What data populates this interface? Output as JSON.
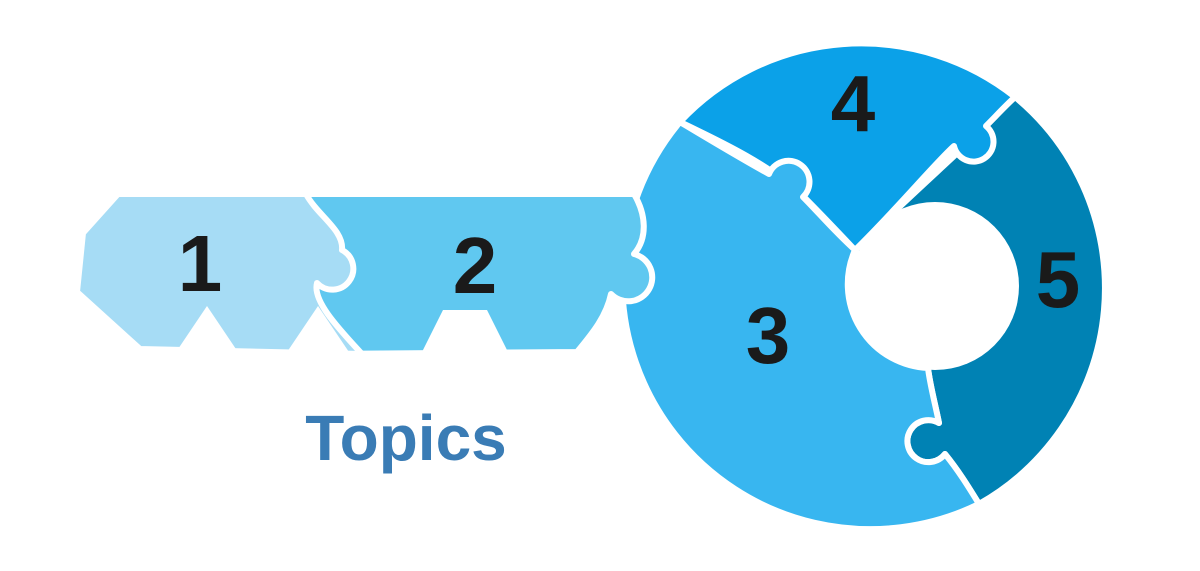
{
  "diagram": {
    "type": "key-shaped-puzzle-infographic",
    "title": "Topics",
    "title_color": "#3a7cb5",
    "number_color": "#1a1a1a",
    "separator_color": "#ffffff",
    "background_color": "#ffffff",
    "pieces": [
      {
        "id": "piece-1",
        "label": "1",
        "color": "#a6dcf5",
        "position": "key-tip-left"
      },
      {
        "id": "piece-2",
        "label": "2",
        "color": "#60c8f0",
        "position": "key-shaft"
      },
      {
        "id": "piece-3",
        "label": "3",
        "color": "#38b6f0",
        "position": "key-head-lower-left"
      },
      {
        "id": "piece-4",
        "label": "4",
        "color": "#0ba1e8",
        "position": "key-head-top"
      },
      {
        "id": "piece-5",
        "label": "5",
        "color": "#0082b4",
        "position": "key-head-right"
      }
    ]
  }
}
